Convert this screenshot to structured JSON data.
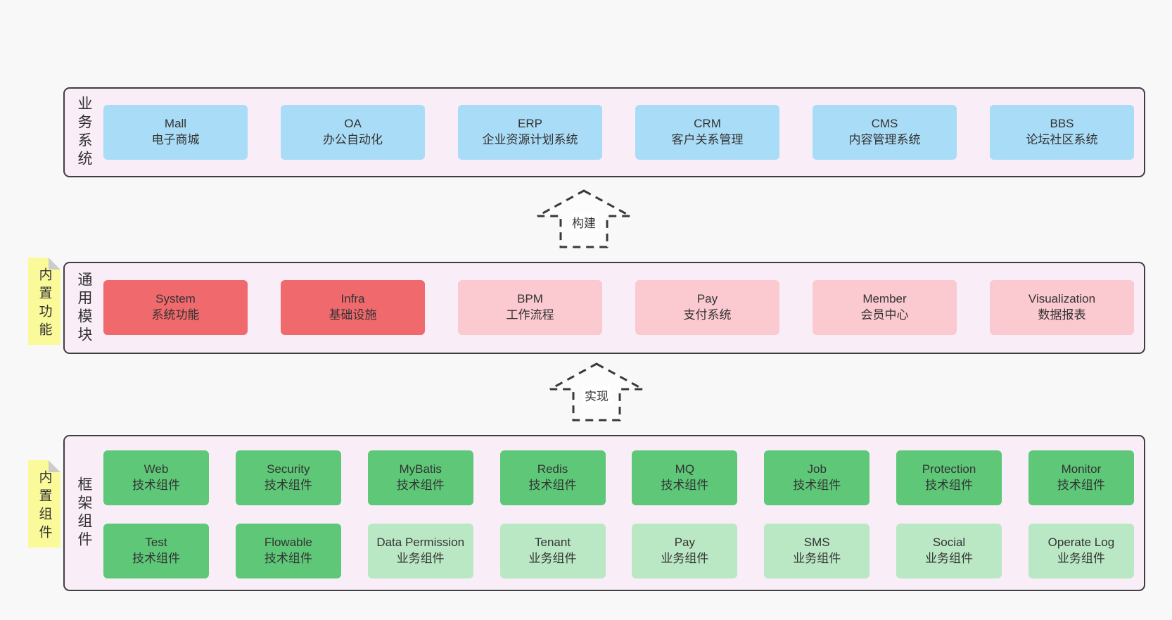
{
  "diagram": {
    "bands": [
      {
        "label": "业务系统",
        "boxes": [
          {
            "title": "Mall",
            "subtitle": "电子商城"
          },
          {
            "title": "OA",
            "subtitle": "办公自动化"
          },
          {
            "title": "ERP",
            "subtitle": "企业资源计划系统"
          },
          {
            "title": "CRM",
            "subtitle": "客户关系管理"
          },
          {
            "title": "CMS",
            "subtitle": "内容管理系统"
          },
          {
            "title": "BBS",
            "subtitle": "论坛社区系统"
          }
        ]
      },
      {
        "label": "通用模块",
        "sticky": "内置功能",
        "boxes": [
          {
            "title": "System",
            "subtitle": "系统功能"
          },
          {
            "title": "Infra",
            "subtitle": "基础设施"
          },
          {
            "title": "BPM",
            "subtitle": "工作流程"
          },
          {
            "title": "Pay",
            "subtitle": "支付系统"
          },
          {
            "title": "Member",
            "subtitle": "会员中心"
          },
          {
            "title": "Visualization",
            "subtitle": "数据报表"
          }
        ]
      },
      {
        "label": "框架组件",
        "sticky": "内置组件",
        "rows": [
          [
            {
              "title": "Web",
              "subtitle": "技术组件"
            },
            {
              "title": "Security",
              "subtitle": "技术组件"
            },
            {
              "title": "MyBatis",
              "subtitle": "技术组件"
            },
            {
              "title": "Redis",
              "subtitle": "技术组件"
            },
            {
              "title": "MQ",
              "subtitle": "技术组件"
            },
            {
              "title": "Job",
              "subtitle": "技术组件"
            },
            {
              "title": "Protection",
              "subtitle": "技术组件"
            },
            {
              "title": "Monitor",
              "subtitle": "技术组件"
            }
          ],
          [
            {
              "title": "Test",
              "subtitle": "技术组件"
            },
            {
              "title": "Flowable",
              "subtitle": "技术组件"
            },
            {
              "title": "Data Permission",
              "subtitle": "业务组件"
            },
            {
              "title": "Tenant",
              "subtitle": "业务组件"
            },
            {
              "title": "Pay",
              "subtitle": "业务组件"
            },
            {
              "title": "SMS",
              "subtitle": "业务组件"
            },
            {
              "title": "Social",
              "subtitle": "业务组件"
            },
            {
              "title": "Operate Log",
              "subtitle": "业务组件"
            }
          ]
        ]
      }
    ],
    "arrows": [
      {
        "label": "构建"
      },
      {
        "label": "实现"
      }
    ],
    "colors": {
      "page_background": "#f8f8f8",
      "band_background": "#f9eef8",
      "band_border": "#3f3f3f",
      "business_system_box": "#a9dcf6",
      "core_module_box": "#f0696c",
      "extension_module_box": "#fbc9d0",
      "tech_component_box": "#5ec878",
      "biz_component_box": "#bae8c5",
      "sticky_note": "#fafa9b",
      "sticky_fold": "#cccccc"
    }
  }
}
